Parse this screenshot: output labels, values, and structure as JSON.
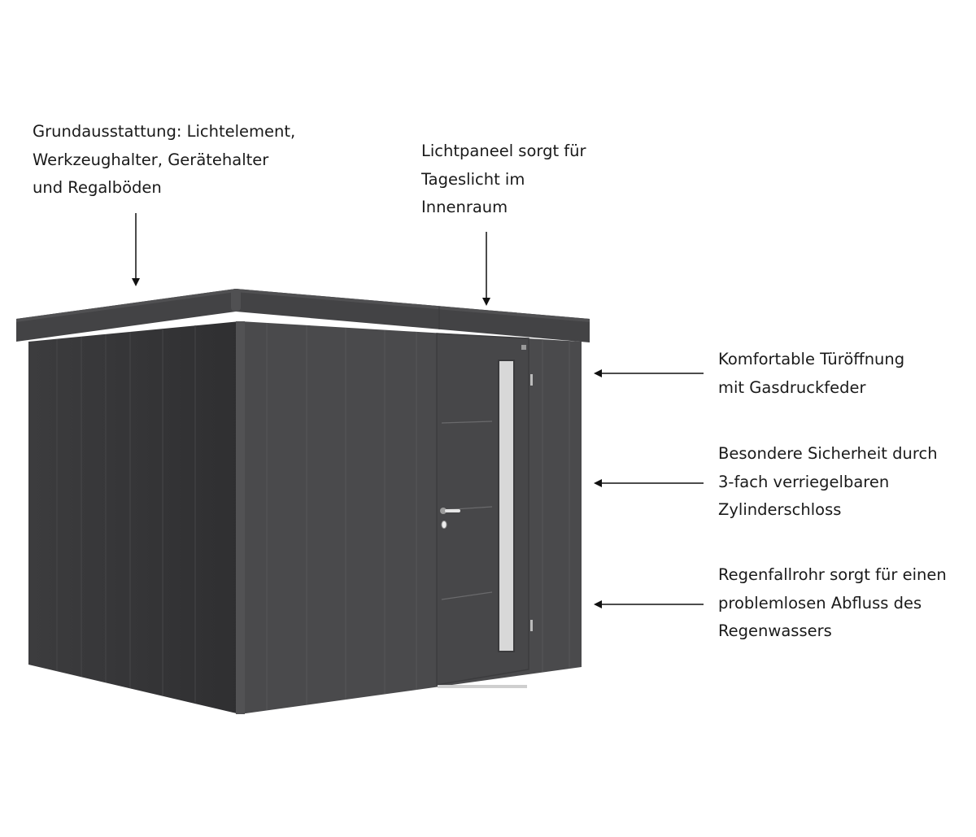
{
  "callouts": {
    "equipment": {
      "lines": [
        "Grundausstattung: Lichtelement,",
        "Werkzeughalter, Gerätehalter",
        "und Regalböden"
      ]
    },
    "light_panel": {
      "lines": [
        "Lichtpaneel sorgt für",
        "Tageslicht im",
        "Innenraum"
      ]
    },
    "door_opening": {
      "lines": [
        "Komfortable Türöffnung",
        "mit Gasdruckfeder"
      ]
    },
    "security": {
      "lines": [
        "Besondere Sicherheit durch",
        "3-fach verriegelbaren",
        "Zylinderschloss"
      ]
    },
    "downpipe": {
      "lines": [
        "Regenfallrohr sorgt für einen",
        "problemlosen Abfluss des",
        "Regenwassers"
      ]
    }
  },
  "colors": {
    "wall_left": "#3a3a3c",
    "wall_front": "#4a4a4c",
    "roof": "#434345",
    "window": "#d8d8d8",
    "arrow": "#111111"
  }
}
